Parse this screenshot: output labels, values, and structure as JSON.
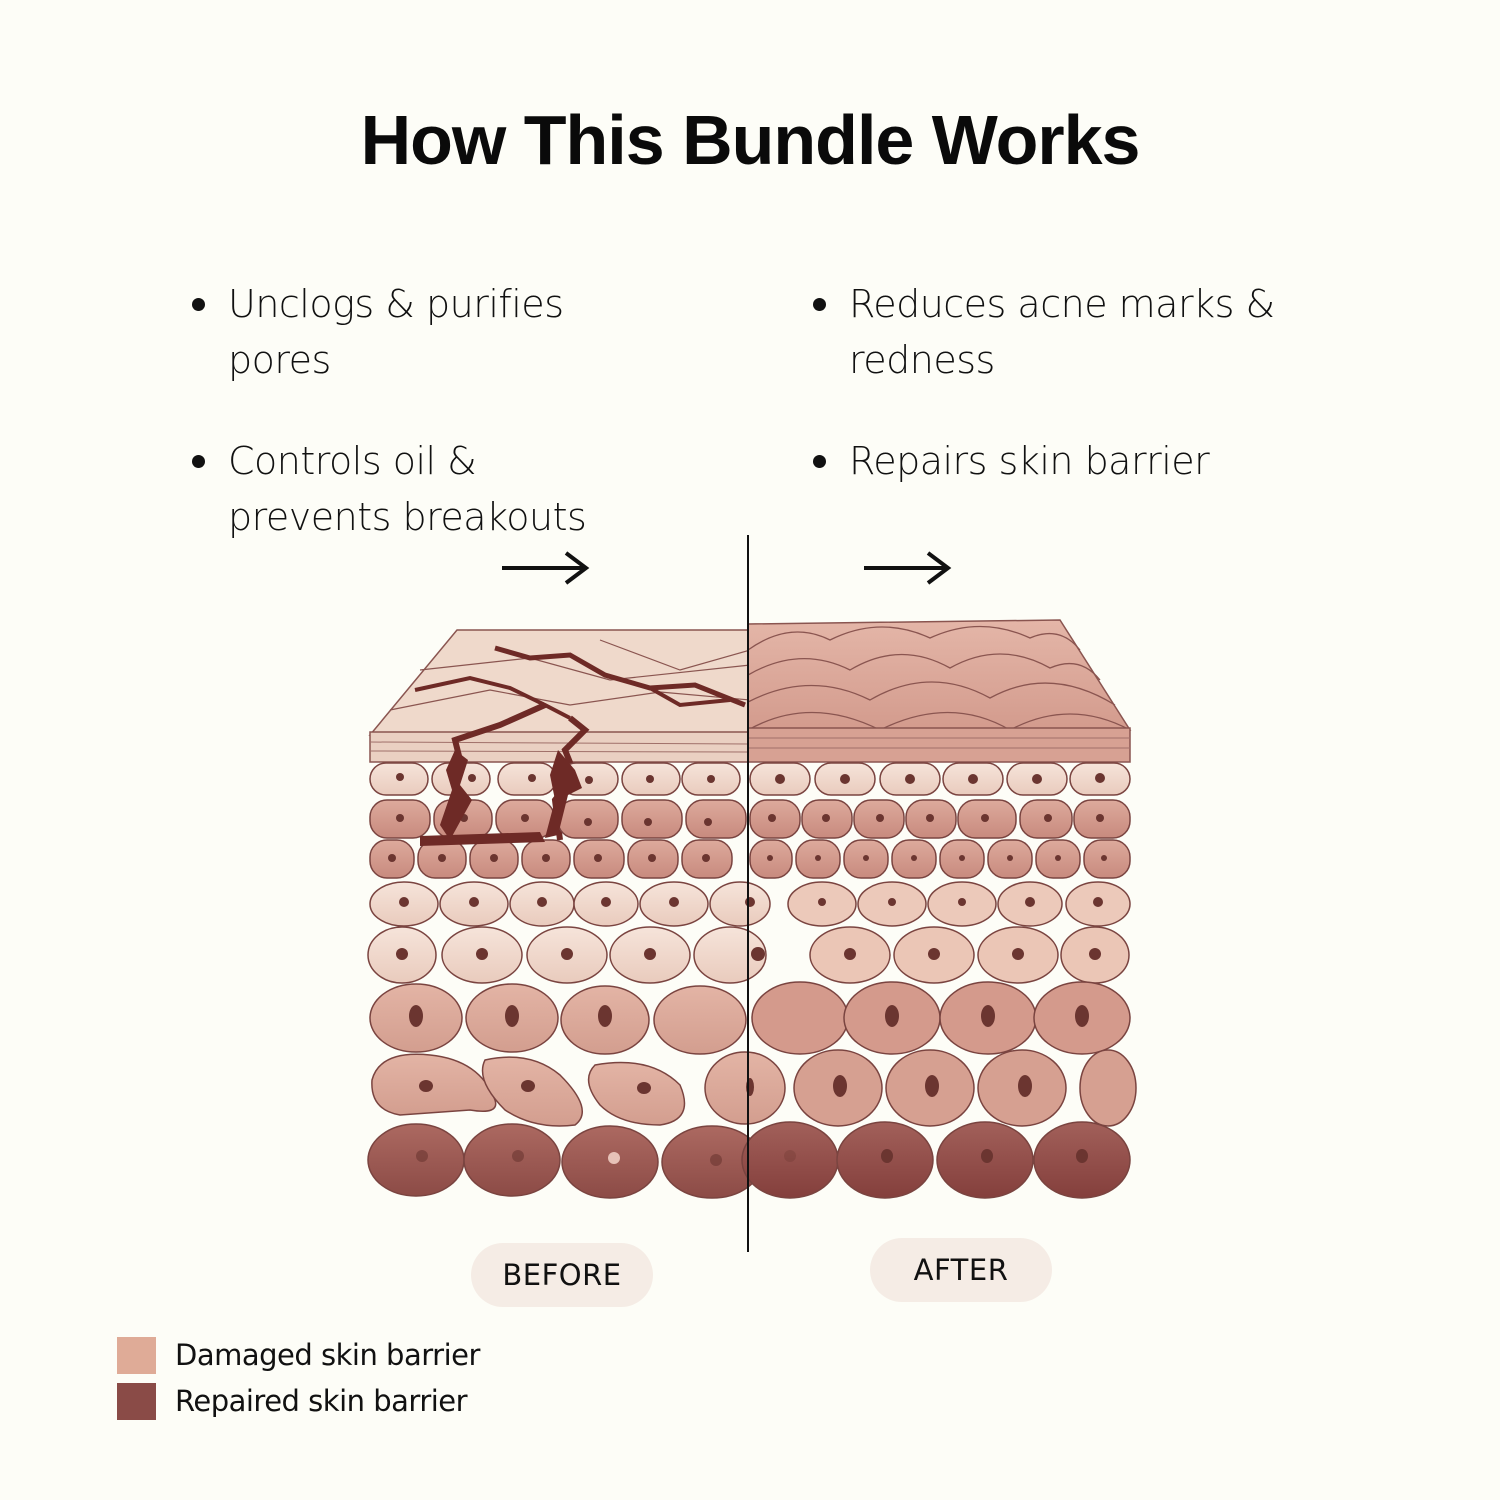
{
  "title": "How This Bundle Works",
  "benefits": {
    "left": [
      {
        "text": "Unclogs & purifies pores"
      },
      {
        "text": "Controls oil & prevents breakouts"
      }
    ],
    "right": [
      {
        "text": "Reduces acne marks & redness"
      },
      {
        "text": "Repairs skin barrier"
      }
    ]
  },
  "icons": {
    "arrow_left": "arrow-right-icon",
    "arrow_right": "arrow-right-icon"
  },
  "diagram": {
    "description": "Cross-section of skin layers: cracked damaged barrier (before) vs smooth repaired barrier (after)",
    "colors": {
      "surface_before": "#efd9cb",
      "surface_after": "#d9a89a",
      "crack": "#6e2a26",
      "cell_light": "#f0d8cb",
      "cell_mid": "#d2978a",
      "cell_dark": "#9c5750",
      "outline": "#7a4440",
      "nucleus": "#6b3530"
    }
  },
  "labels": {
    "before": "BEFORE",
    "after": "AFTER"
  },
  "legend": [
    {
      "label": "Damaged skin barrier",
      "color": "#dfab97"
    },
    {
      "label": "Repaired skin barrier",
      "color": "#8a4b47"
    }
  ]
}
